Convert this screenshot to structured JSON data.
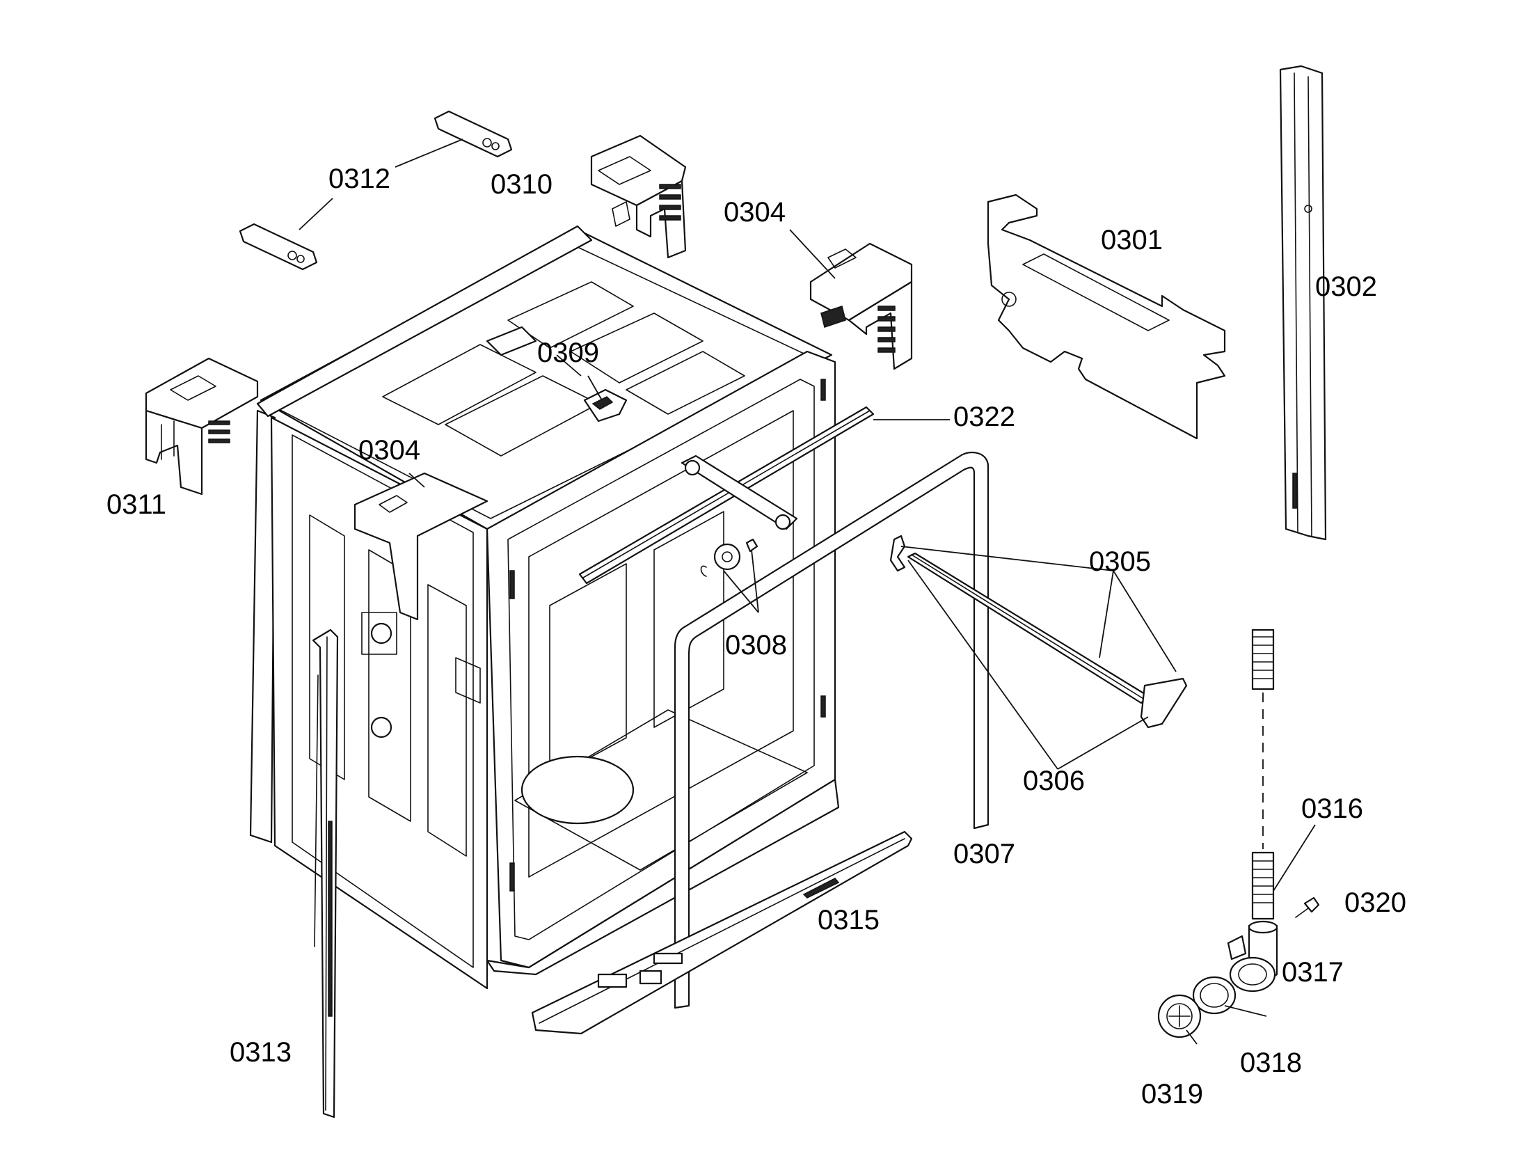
{
  "labels": {
    "l0301": "0301",
    "l0302": "0302",
    "l0304a": "0304",
    "l0304b": "0304",
    "l0305": "0305",
    "l0306": "0306",
    "l0307": "0307",
    "l0308": "0308",
    "l0309": "0309",
    "l0310": "0310",
    "l0311": "0311",
    "l0312": "0312",
    "l0313": "0313",
    "l0315": "0315",
    "l0316": "0316",
    "l0317": "0317",
    "l0318": "0318",
    "l0319": "0319",
    "l0320": "0320",
    "l0322": "0322"
  }
}
